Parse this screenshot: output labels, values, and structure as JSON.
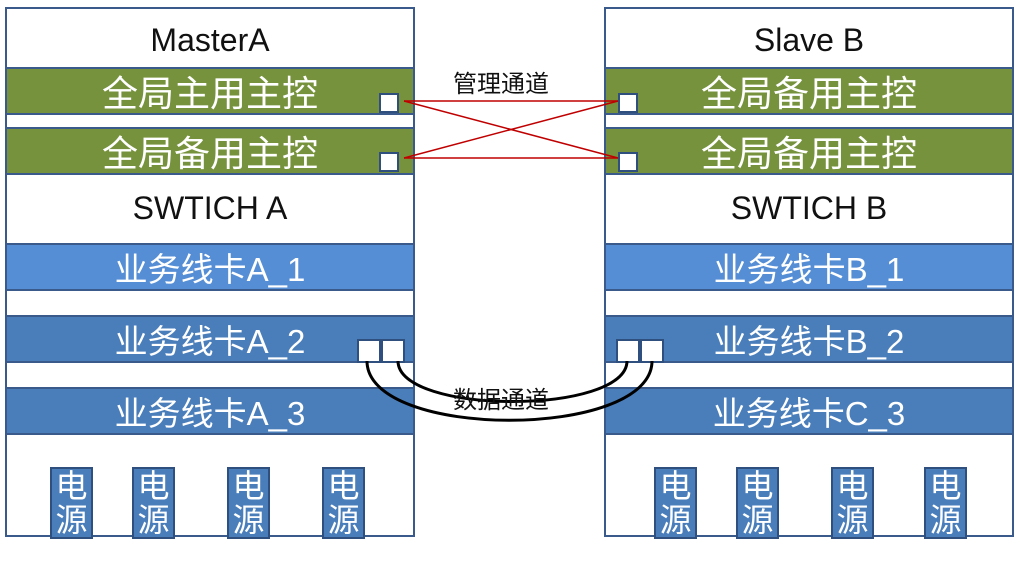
{
  "master": {
    "title": "MasterA",
    "ctrl_primary": "全局主用主控",
    "ctrl_backup": "全局备用主控",
    "switch": "SWTICH A",
    "cards": [
      "业务线卡A_1",
      "业务线卡A_2",
      "业务线卡A_3"
    ],
    "psu_top": "电",
    "psu_bottom": "源"
  },
  "slave": {
    "title": "Slave B",
    "ctrl_primary": "全局备用主控",
    "ctrl_backup": "全局备用主控",
    "switch": "SWTICH B",
    "cards": [
      "业务线卡B_1",
      "业务线卡B_2",
      "业务线卡C_3"
    ],
    "psu_top": "电",
    "psu_bottom": "源"
  },
  "channels": {
    "management": "管理通道",
    "data": "数据通道"
  },
  "colors": {
    "controller": "#76923c",
    "card_light": "#558ed5",
    "card_dark": "#4a7ebb",
    "management_link": "#c00000",
    "data_link": "#000000",
    "border": "#3a5a8c"
  }
}
